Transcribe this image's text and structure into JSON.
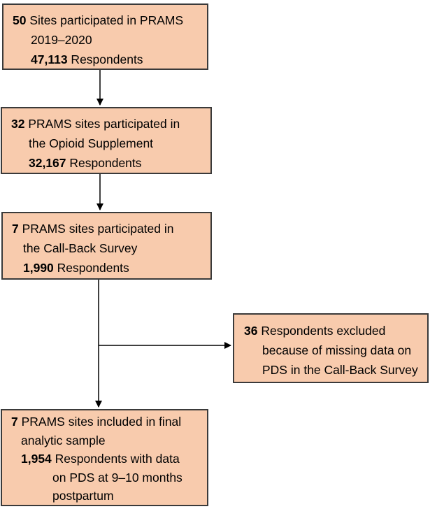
{
  "figure": {
    "type": "flowchart",
    "background": "#ffffff"
  },
  "colors": {
    "box_fill": "#F8CBAD",
    "box_border": "#3a3a3a",
    "arrow": "#000000",
    "text": "#000000"
  },
  "boxes": [
    {
      "name": "prams-sites",
      "lines": [
        {
          "segments": [
            {
              "text": "50",
              "bold": true
            },
            {
              "text": " Sites participated in PRAMS",
              "bold": false
            }
          ]
        },
        {
          "segments": [
            {
              "text": "2019–2020",
              "bold": false
            }
          ]
        },
        {
          "segments": [
            {
              "text": "47,113",
              "bold": true
            },
            {
              "text": " Respondents",
              "bold": false
            }
          ]
        }
      ]
    },
    {
      "name": "opioid-supplement",
      "lines": [
        {
          "segments": [
            {
              "text": "32",
              "bold": true
            },
            {
              "text": " PRAMS sites participated in",
              "bold": false
            }
          ]
        },
        {
          "segments": [
            {
              "text": "the Opioid Supplement",
              "bold": false
            }
          ]
        },
        {
          "segments": [
            {
              "text": "32,167",
              "bold": true
            },
            {
              "text": " Respondents",
              "bold": false
            }
          ]
        }
      ]
    },
    {
      "name": "callback-survey",
      "lines": [
        {
          "segments": [
            {
              "text": "7",
              "bold": true
            },
            {
              "text": " PRAMS sites participated in",
              "bold": false
            }
          ]
        },
        {
          "segments": [
            {
              "text": "the Call-Back Survey",
              "bold": false
            }
          ]
        },
        {
          "segments": [
            {
              "text": "1,990",
              "bold": true
            },
            {
              "text": " Respondents",
              "bold": false
            }
          ]
        }
      ]
    },
    {
      "name": "excluded-respondents",
      "lines": [
        {
          "segments": [
            {
              "text": "36",
              "bold": true
            },
            {
              "text": " Respondents excluded",
              "bold": false
            }
          ]
        },
        {
          "segments": [
            {
              "text": "because of missing data on",
              "bold": false
            }
          ]
        },
        {
          "segments": [
            {
              "text": "PDS in the Call-Back Survey",
              "bold": false
            }
          ]
        }
      ]
    },
    {
      "name": "final-analytic-sample",
      "lines": [
        {
          "segments": [
            {
              "text": "7",
              "bold": true
            },
            {
              "text": " PRAMS sites included in final",
              "bold": false
            }
          ]
        },
        {
          "segments": [
            {
              "text": "analytic sample",
              "bold": false
            }
          ]
        },
        {
          "segments": [
            {
              "text": "1,954",
              "bold": true
            },
            {
              "text": " Respondents with data",
              "bold": false
            }
          ]
        },
        {
          "segments": [
            {
              "text": "on PDS at 9–10 months",
              "bold": false
            }
          ]
        },
        {
          "segments": [
            {
              "text": "postpartum",
              "bold": false
            }
          ]
        }
      ]
    }
  ]
}
